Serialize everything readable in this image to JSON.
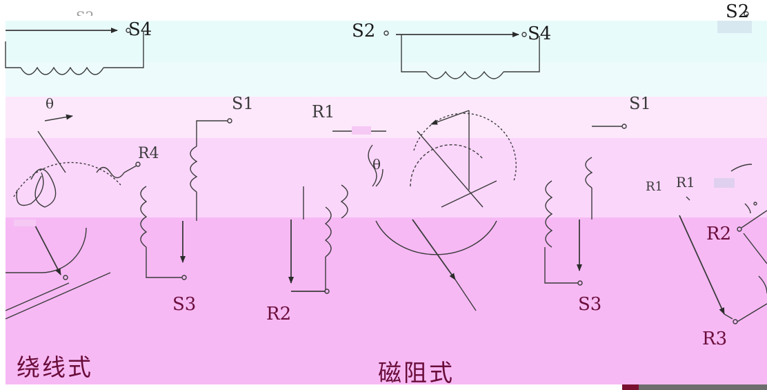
{
  "wound_diagram": {
    "caption": "绕线式",
    "terminals": {
      "s2": "S2",
      "s4": "S4",
      "s1": "S1",
      "r4": "R4",
      "s3": "S3",
      "r2": "R2"
    },
    "angle_symbol": "θ"
  },
  "reluctance_diagram": {
    "caption": "磁阻式",
    "terminals": {
      "s2": "S2",
      "s4": "S4",
      "s1": "S1",
      "r1": "R1",
      "s3": "S3"
    },
    "angle_symbol": "θ"
  },
  "right_diagram": {
    "terminals": {
      "s2": "S2",
      "r1_left": "R1",
      "r1_right": "R1",
      "r2": "R2",
      "r3": "R3"
    }
  },
  "colors": {
    "line": "#3a3a3a",
    "label_dark": "#1b1b1b",
    "label_magenta": "#6a0d3a"
  }
}
